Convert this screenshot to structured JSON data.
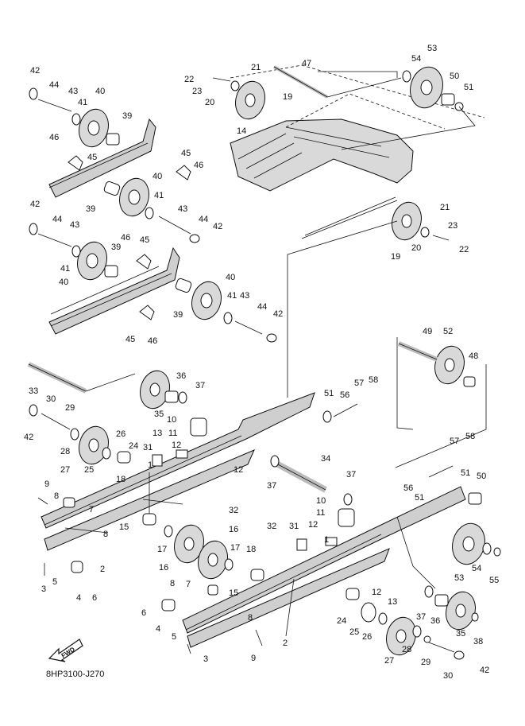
{
  "diagram_code": "8HP3100-J270",
  "fwd_label": "FWD",
  "callouts": [
    {
      "id": "c42a",
      "text": "42"
    },
    {
      "id": "c44a",
      "text": "44"
    },
    {
      "id": "c43a",
      "text": "43"
    },
    {
      "id": "c40a",
      "text": "40"
    },
    {
      "id": "c41a",
      "text": "41"
    },
    {
      "id": "c39a",
      "text": "39"
    },
    {
      "id": "c46a",
      "text": "46"
    },
    {
      "id": "c45a",
      "text": "45"
    },
    {
      "id": "c45b",
      "text": "45"
    },
    {
      "id": "c46b",
      "text": "46"
    },
    {
      "id": "c40b",
      "text": "40"
    },
    {
      "id": "c41b",
      "text": "41"
    },
    {
      "id": "c39b",
      "text": "39"
    },
    {
      "id": "c42b",
      "text": "42"
    },
    {
      "id": "c44b",
      "text": "44"
    },
    {
      "id": "c43b",
      "text": "43"
    },
    {
      "id": "c43c",
      "text": "43"
    },
    {
      "id": "c44c",
      "text": "44"
    },
    {
      "id": "c42c",
      "text": "42"
    },
    {
      "id": "c46c",
      "text": "46"
    },
    {
      "id": "c45c",
      "text": "45"
    },
    {
      "id": "c39c",
      "text": "39"
    },
    {
      "id": "c41c",
      "text": "41"
    },
    {
      "id": "c40c",
      "text": "40"
    },
    {
      "id": "c40d",
      "text": "40"
    },
    {
      "id": "c41d",
      "text": "41"
    },
    {
      "id": "c43d",
      "text": "43"
    },
    {
      "id": "c44d",
      "text": "44"
    },
    {
      "id": "c42d",
      "text": "42"
    },
    {
      "id": "c39d",
      "text": "39"
    },
    {
      "id": "c45d",
      "text": "45"
    },
    {
      "id": "c46d",
      "text": "46"
    },
    {
      "id": "c21a",
      "text": "21"
    },
    {
      "id": "c22a",
      "text": "22"
    },
    {
      "id": "c23a",
      "text": "23"
    },
    {
      "id": "c20a",
      "text": "20"
    },
    {
      "id": "c19a",
      "text": "19"
    },
    {
      "id": "c47",
      "text": "47"
    },
    {
      "id": "c53a",
      "text": "53"
    },
    {
      "id": "c54a",
      "text": "54"
    },
    {
      "id": "c50a",
      "text": "50"
    },
    {
      "id": "c51a",
      "text": "51"
    },
    {
      "id": "c14",
      "text": "14"
    },
    {
      "id": "c21b",
      "text": "21"
    },
    {
      "id": "c23b",
      "text": "23"
    },
    {
      "id": "c20b",
      "text": "20"
    },
    {
      "id": "c22b",
      "text": "22"
    },
    {
      "id": "c19b",
      "text": "19"
    },
    {
      "id": "c49",
      "text": "49"
    },
    {
      "id": "c52",
      "text": "52"
    },
    {
      "id": "c48",
      "text": "48"
    },
    {
      "id": "c57a",
      "text": "57"
    },
    {
      "id": "c58a",
      "text": "58"
    },
    {
      "id": "c51b",
      "text": "51"
    },
    {
      "id": "c56a",
      "text": "56"
    },
    {
      "id": "c33",
      "text": "33"
    },
    {
      "id": "c36a",
      "text": "36"
    },
    {
      "id": "c37a",
      "text": "37"
    },
    {
      "id": "c35a",
      "text": "35"
    },
    {
      "id": "c30a",
      "text": "30"
    },
    {
      "id": "c29a",
      "text": "29"
    },
    {
      "id": "c42e",
      "text": "42"
    },
    {
      "id": "c26a",
      "text": "26"
    },
    {
      "id": "c28a",
      "text": "28"
    },
    {
      "id": "c27a",
      "text": "27"
    },
    {
      "id": "c25a",
      "text": "25"
    },
    {
      "id": "c24a",
      "text": "24"
    },
    {
      "id": "c13a",
      "text": "13"
    },
    {
      "id": "c10a",
      "text": "10"
    },
    {
      "id": "c11a",
      "text": "11"
    },
    {
      "id": "c12a",
      "text": "12"
    },
    {
      "id": "c31a",
      "text": "31"
    },
    {
      "id": "c1a",
      "text": "1"
    },
    {
      "id": "c18a",
      "text": "18"
    },
    {
      "id": "c12b",
      "text": "12"
    },
    {
      "id": "c9a",
      "text": "9"
    },
    {
      "id": "c8a",
      "text": "8"
    },
    {
      "id": "c7a",
      "text": "7"
    },
    {
      "id": "c32a",
      "text": "32"
    },
    {
      "id": "c15a",
      "text": "15"
    },
    {
      "id": "c8b",
      "text": "8"
    },
    {
      "id": "c2a",
      "text": "2"
    },
    {
      "id": "c3a",
      "text": "3"
    },
    {
      "id": "c5a",
      "text": "5"
    },
    {
      "id": "c4a",
      "text": "4"
    },
    {
      "id": "c6a",
      "text": "6"
    },
    {
      "id": "c17a",
      "text": "17"
    },
    {
      "id": "c16a",
      "text": "16"
    },
    {
      "id": "c16b",
      "text": "16"
    },
    {
      "id": "c17b",
      "text": "17"
    },
    {
      "id": "c37b",
      "text": "37"
    },
    {
      "id": "c34",
      "text": "34"
    },
    {
      "id": "c37c",
      "text": "37"
    },
    {
      "id": "c57b",
      "text": "57"
    },
    {
      "id": "c58b",
      "text": "58"
    },
    {
      "id": "c56b",
      "text": "56"
    },
    {
      "id": "c51c",
      "text": "51"
    },
    {
      "id": "c51d",
      "text": "51"
    },
    {
      "id": "c50b",
      "text": "50"
    },
    {
      "id": "c10b",
      "text": "10"
    },
    {
      "id": "c11b",
      "text": "11"
    },
    {
      "id": "c12c",
      "text": "12"
    },
    {
      "id": "c31b",
      "text": "31"
    },
    {
      "id": "c32b",
      "text": "32"
    },
    {
      "id": "c1b",
      "text": "1"
    },
    {
      "id": "c18b",
      "text": "18"
    },
    {
      "id": "c15b",
      "text": "15"
    },
    {
      "id": "c12d",
      "text": "12"
    },
    {
      "id": "c13b",
      "text": "13"
    },
    {
      "id": "c53b",
      "text": "53"
    },
    {
      "id": "c54b",
      "text": "54"
    },
    {
      "id": "c55",
      "text": "55"
    },
    {
      "id": "c8c",
      "text": "8"
    },
    {
      "id": "c7b",
      "text": "7"
    },
    {
      "id": "c6b",
      "text": "6"
    },
    {
      "id": "c4b",
      "text": "4"
    },
    {
      "id": "c5b",
      "text": "5"
    },
    {
      "id": "c8d",
      "text": "8"
    },
    {
      "id": "c3b",
      "text": "3"
    },
    {
      "id": "c9b",
      "text": "9"
    },
    {
      "id": "c2b",
      "text": "2"
    },
    {
      "id": "c24b",
      "text": "24"
    },
    {
      "id": "c25b",
      "text": "25"
    },
    {
      "id": "c26b",
      "text": "26"
    },
    {
      "id": "c37d",
      "text": "37"
    },
    {
      "id": "c36b",
      "text": "36"
    },
    {
      "id": "c35b",
      "text": "35"
    },
    {
      "id": "c38",
      "text": "38"
    },
    {
      "id": "c28b",
      "text": "28"
    },
    {
      "id": "c27b",
      "text": "27"
    },
    {
      "id": "c29b",
      "text": "29"
    },
    {
      "id": "c30b",
      "text": "30"
    },
    {
      "id": "c42f",
      "text": "42"
    }
  ]
}
